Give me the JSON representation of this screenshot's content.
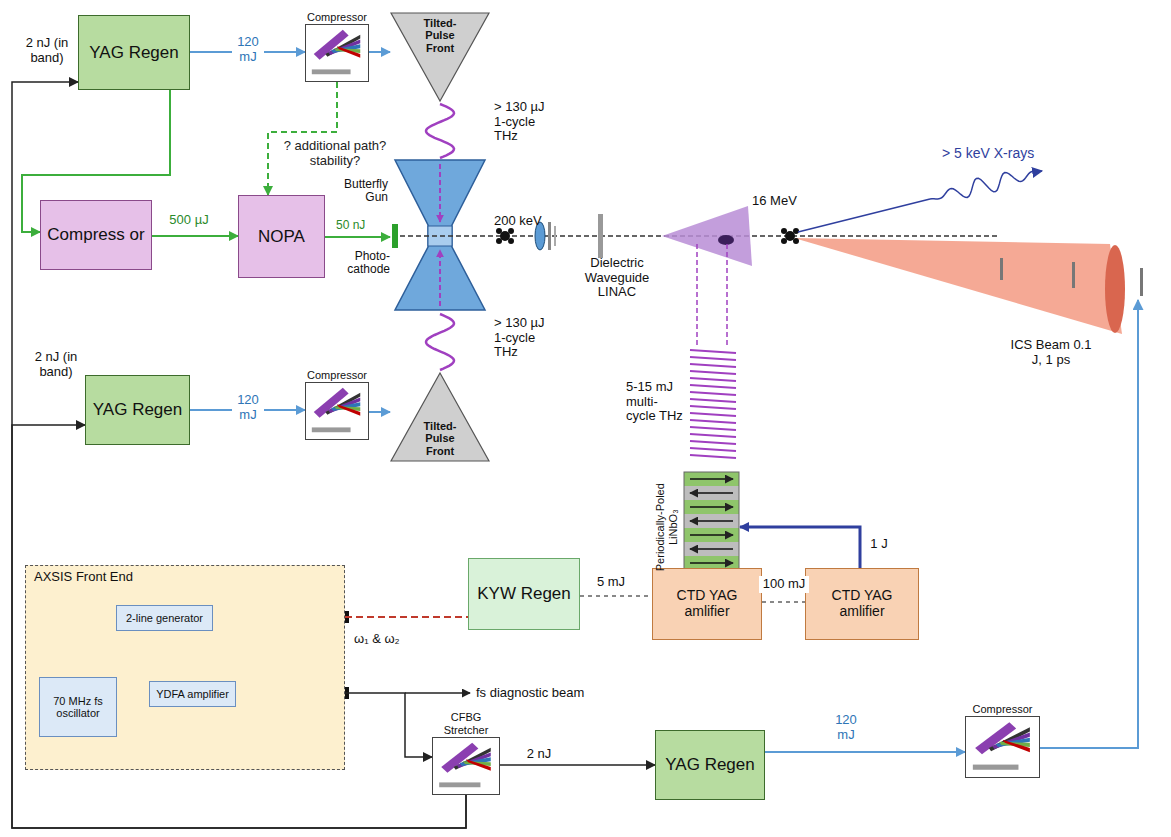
{
  "diagram": {
    "nodes": [
      {
        "text": [
          "YAG Regen"
        ]
      },
      {
        "text": [
          "Compressor"
        ]
      },
      {
        "text": [
          "Tilted-Pulse Front"
        ]
      },
      {
        "text": [
          "Compress or"
        ]
      },
      {
        "text": [
          "NOPA"
        ]
      },
      {
        "text": [
          "YAG Regen"
        ]
      },
      {
        "text": [
          "Compressor"
        ]
      },
      {
        "text": [
          "Tilted-Pulse Front"
        ]
      },
      {
        "text": [
          "AXSIS Front End"
        ]
      },
      {
        "text": [
          "2-line generator"
        ],
        "in": 8
      },
      {
        "text": [
          "70 MHz fs oscillator"
        ],
        "in": 8
      },
      {
        "text": [
          "YDFA amplifier"
        ],
        "in": 8
      },
      {
        "text": [
          "KYW Regen"
        ]
      },
      {
        "text": [
          "CTD YAG amlifier"
        ]
      },
      {
        "text": [
          "CTD YAG amlifier"
        ]
      },
      {
        "text": [
          "Periodically-Poled LiNbO₃"
        ]
      },
      {
        "text": [
          "CFBG Stretcher"
        ]
      },
      {
        "text": [
          "YAG Regen"
        ]
      },
      {
        "text": [
          "Compressor"
        ]
      }
    ],
    "edges": [
      {
        "from": 0,
        "to": 1,
        "arrow": "to",
        "label": "120 mJ"
      },
      {
        "from": 1,
        "to": 2,
        "arrow": "to"
      },
      {
        "from": 0,
        "to": 3,
        "arrow": "to"
      },
      {
        "from": 3,
        "to": 4,
        "arrow": "to",
        "label": "500 µJ"
      },
      {
        "from": 1,
        "to": 4,
        "arrow": "to",
        "label": "? additional path? stability?"
      },
      {
        "from": 5,
        "to": 6,
        "arrow": "to",
        "label": "120 mJ"
      },
      {
        "from": 6,
        "to": 7,
        "arrow": "to"
      },
      {
        "from": 10,
        "to": 11,
        "arrow": "to"
      },
      {
        "from": 11,
        "to": 9,
        "arrow": "to"
      },
      {
        "from": 9,
        "to": 12,
        "arrow": "none"
      },
      {
        "from": 8,
        "to": 16,
        "arrow": "to"
      },
      {
        "from": 12,
        "to": 13,
        "arrow": "none",
        "label": "5 mJ"
      },
      {
        "from": 13,
        "to": 14,
        "arrow": "none",
        "label": "100 mJ"
      },
      {
        "from": 14,
        "to": 15,
        "arrow": "to",
        "label": "1 J"
      },
      {
        "from": 16,
        "to": 17,
        "arrow": "to",
        "label": "2 nJ"
      },
      {
        "from": 17,
        "to": 18,
        "arrow": "to",
        "label": "120 mJ"
      },
      {
        "from": 16,
        "to": 0,
        "arrow": "to"
      },
      {
        "from": 16,
        "to": 5,
        "arrow": "to"
      }
    ],
    "labels": [
      "2 nJ (in band)",
      "2 nJ (in band)",
      "> 130 µJ 1-cycle THz",
      "> 130 µJ 1-cycle THz",
      "Butterfly Gun",
      "Photo- cathode",
      "200 keV",
      "Dielectric Waveguide LINAC",
      "5-15 mJ multi- cycle THz",
      "16 MeV",
      "> 5 keV X-rays",
      "ICS Beam 0.1 J, 1 ps",
      "50 nJ",
      "ω₁ & ω₂",
      "fs diagnostic beam"
    ]
  }
}
